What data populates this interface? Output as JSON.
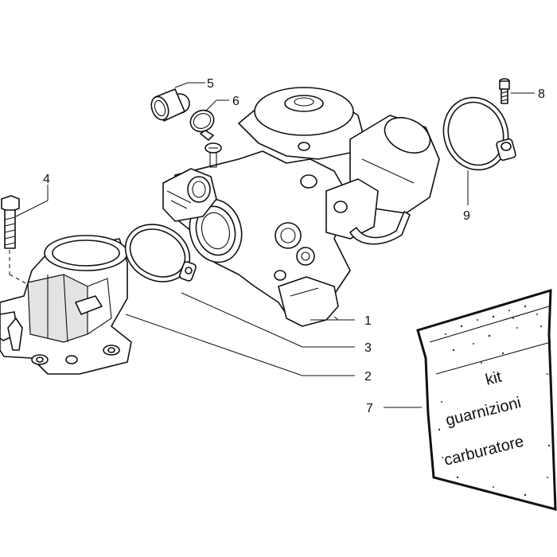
{
  "callouts": [
    {
      "id": "1",
      "label": "1"
    },
    {
      "id": "2",
      "label": "2"
    },
    {
      "id": "3",
      "label": "3"
    },
    {
      "id": "4",
      "label": "4"
    },
    {
      "id": "5",
      "label": "5"
    },
    {
      "id": "6",
      "label": "6"
    },
    {
      "id": "7",
      "label": "7"
    },
    {
      "id": "8",
      "label": "8"
    },
    {
      "id": "9",
      "label": "9"
    }
  ],
  "kit_bag": {
    "line1": "kit",
    "line2": "guarnizioni",
    "line3": "carburatore"
  }
}
